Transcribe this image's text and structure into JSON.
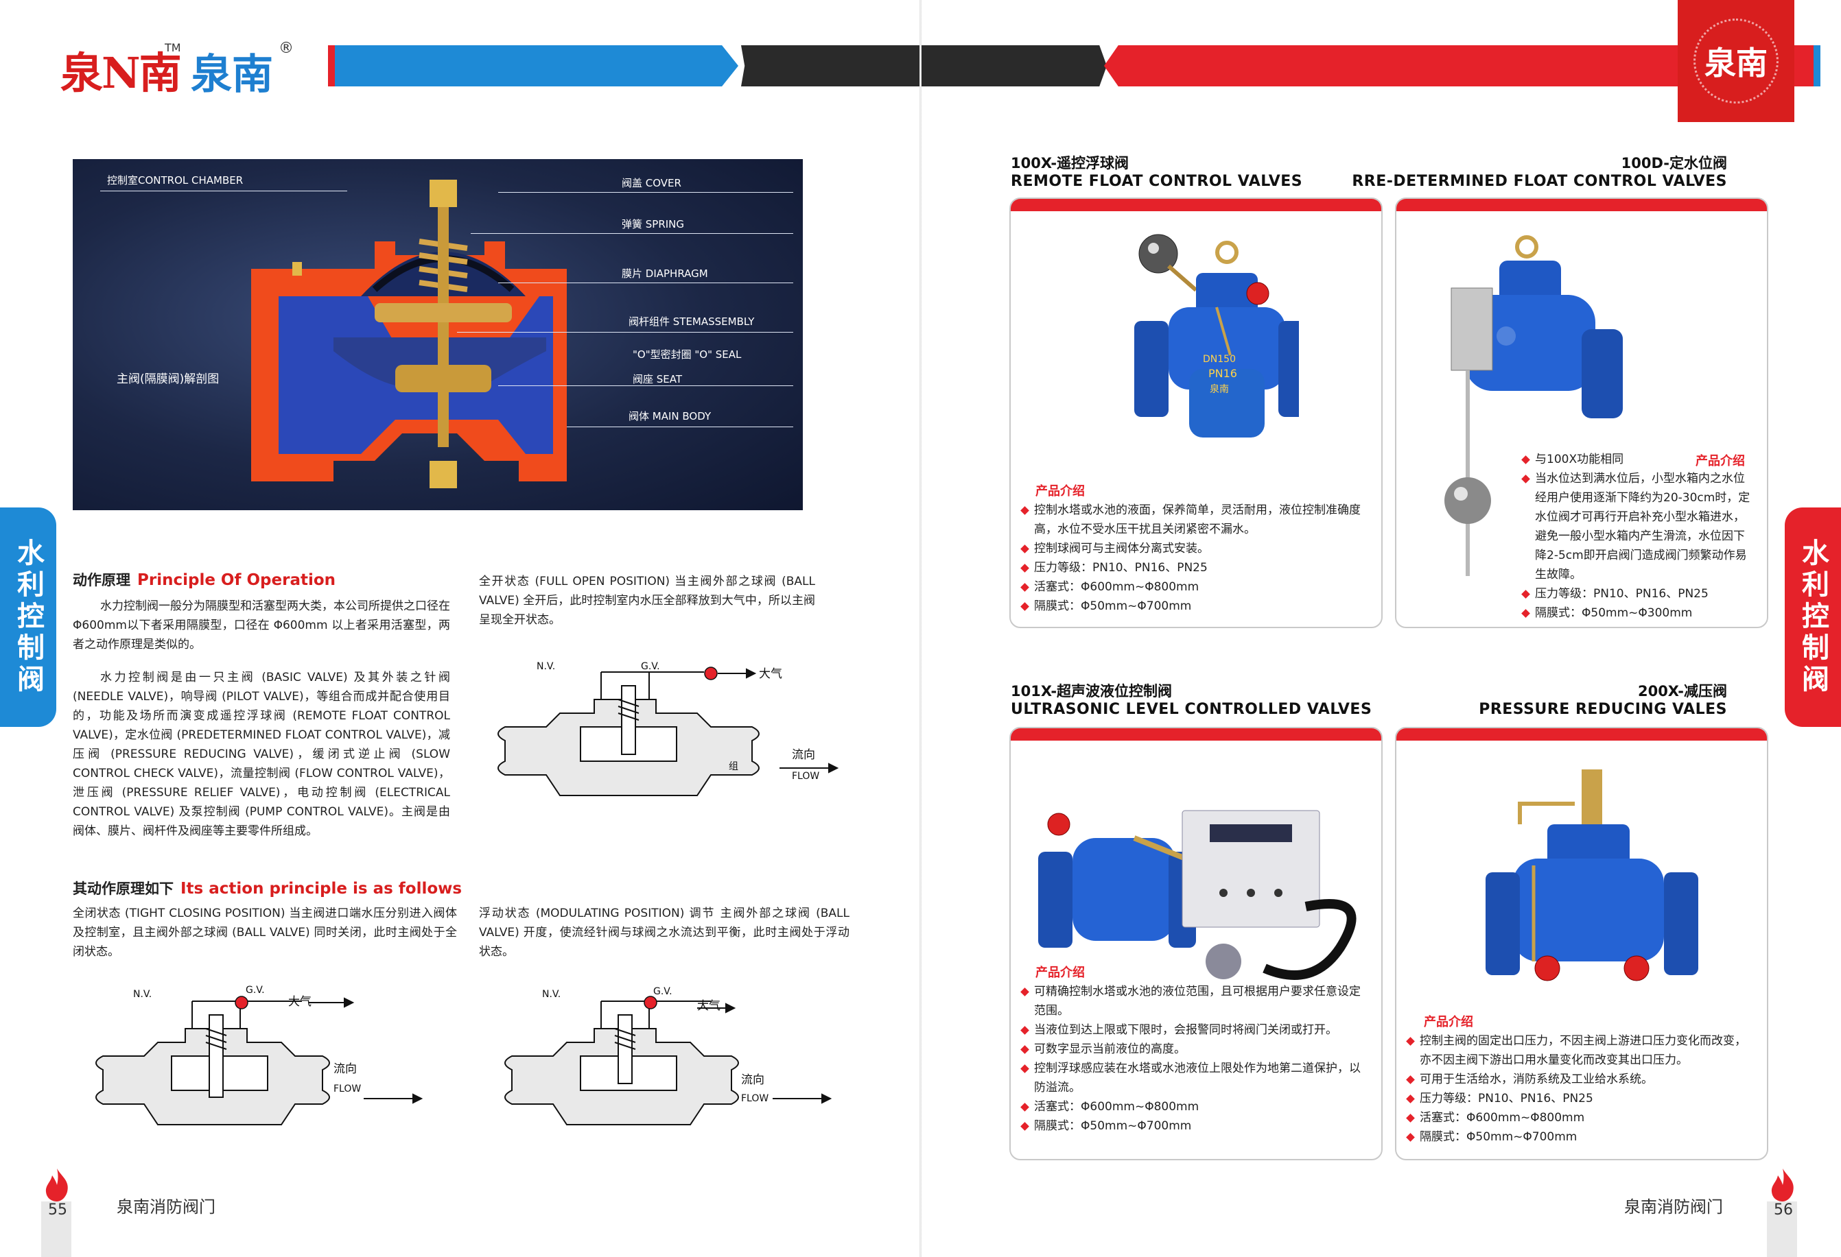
{
  "header": {
    "logo_mark": "泉N南",
    "logo_tm": "TM",
    "logo_text": "泉南",
    "logo_reg": "®",
    "right_badge": "泉南"
  },
  "side_tabs": {
    "left": "水利控制阀",
    "right": "水利控制阀"
  },
  "cutaway": {
    "labels": {
      "control_chamber": "控制室CONTROL CHAMBER",
      "cover": "阀盖 COVER",
      "spring": "弹簧 SPRING",
      "diaphragm": "膜片 DIAPHRAGM",
      "stem": "阀杆组件 STEMASSEMBLY",
      "oseal": "\"O\"型密封圈 \"O\" SEAL",
      "seat": "阀座 SEAT",
      "body": "阀体 MAIN BODY",
      "main_section": "主阀(隔膜阀)解剖图"
    }
  },
  "principle": {
    "head_cn": "动作原理",
    "head_en": "Principle Of Operation",
    "p1": "水力控制阀一般分为隔膜型和活塞型两大类，本公司所提供之口径在Φ600mm以下者采用隔膜型，口径在 Φ600mm 以上者采用活塞型，两者之动作原理是类似的。",
    "p2": "水力控制阀是由一只主阀 (BASIC VALVE) 及其外装之针阀 (NEEDLE VALVE)，响导阀 (PILOT VALVE)，等组合而成并配合使用目的，功能及场所而演变成遥控浮球阀 (REMOTE FLOAT CONTROL VALVE)，定水位阀 (PREDETERMINED FLOAT CONTROL VALVE)，减压阀 (PRESSURE REDUCING VALVE)，缓闭式逆止阀 (SLOW CONTROL CHECK VALVE)，流量控制阀 (FLOW CONTROL VALVE)，泄压阀 (PRESSURE RELIEF VALVE)，电动控制阀 (ELECTRICAL CONTROL VALVE) 及泵控制阀 (PUMP CONTROL VALVE)。主阀是由阀体、膜片、阀杆件及阀座等主要零件所组成。",
    "full_open": "全开状态 (FULL OPEN POSITION) 当主阀外部之球阀 (BALL VALVE) 全开后，此时控制室内水压全部释放到大气中，所以主阀呈现全开状态。",
    "head2_cn": "其动作原理如下",
    "head2_en": "Its action principle is as follows",
    "closed": "全闭状态 (TIGHT CLOSING POSITION) 当主阀进口端水压分别进入阀体及控制室，且主阀外部之球阀 (BALL VALVE) 同时关闭，此时主阀处于全闭状态。",
    "modulating": "浮动状态 (MODULATING POSITION) 调节 主阀外部之球阀 (BALL VALVE) 开度，使流经针阀与球阀之水流达到平衡，此时主阀处于浮动状态。"
  },
  "diagram_labels": {
    "nv": "N.V.",
    "gv": "G.V.",
    "atmosphere": "大气",
    "flow_cn": "流向",
    "flow_en": "FLOW",
    "stray": "组"
  },
  "products": [
    {
      "title_cn": "100X-遥控浮球阀",
      "title_en": "REMOTE FLOAT CONTROL VALVES",
      "intro": "产品介绍",
      "bullets": [
        "控制水塔或水池的液面，保养简单，灵活耐用，液位控制准确度高，水位不受水压干扰且关闭紧密不漏水。",
        "控制球阀可与主阀体分离式安装。",
        "压力等级：PN10、PN16、PN25",
        "活塞式：Φ600mm~Φ800mm",
        "隔膜式：Φ50mm~Φ700mm"
      ]
    },
    {
      "title_cn": "100D-定水位阀",
      "title_en": "RRE-DETERMINED FLOAT CONTROL VALVES",
      "intro": "产品介绍",
      "bullets": [
        "与100X功能相同",
        "当水位达到满水位后，小型水箱内之水位经用户使用逐渐下降约为20-30cm时，定水位阀才可再行开启补充小型水箱进水，避免一般小型水箱内产生滑流，水位因下降2-5cm即开启阀门造成阀门频繁动作易生故障。",
        "压力等级：PN10、PN16、PN25",
        "隔膜式：Φ50mm~Φ300mm"
      ]
    },
    {
      "title_cn": "101X-超声波液位控制阀",
      "title_en": "ULTRASONIC LEVEL CONTROLLED VALVES",
      "intro": "产品介绍",
      "bullets": [
        "可精确控制水塔或水池的液位范围，且可根据用户要求任意设定范围。",
        "当液位到达上限或下限时，会报警同时将阀门关闭或打开。",
        "可数字显示当前液位的高度。",
        "控制浮球感应装在水塔或水池液位上限处作为地第二道保护，以防溢流。",
        "活塞式：Φ600mm~Φ800mm",
        "隔膜式：Φ50mm~Φ700mm"
      ]
    },
    {
      "title_cn": "200X-减压阀",
      "title_en": "PRESSURE REDUCING VALES",
      "intro": "产品介绍",
      "bullets": [
        "控制主阀的固定出口压力，不因主阀上游进口压力变化而改变，亦不因主阀下游出口用水量变化而改变其出口压力。",
        "可用于生活给水，消防系统及工业给水系统。",
        "压力等级：PN10、PN16、PN25",
        "活塞式：Φ600mm~Φ800mm",
        "隔膜式：Φ50mm~Φ700mm"
      ]
    }
  ],
  "valve_marks": {
    "dn": "DN150",
    "pn": "PN16",
    "brand": "泉南"
  },
  "footer": {
    "left_text": "泉南消防阀门",
    "left_page": "55",
    "right_text": "泉南消防阀门",
    "right_page": "56"
  },
  "colors": {
    "red": "#e5222a",
    "blue": "#1e8ad6",
    "dark": "#2a2a2a"
  }
}
